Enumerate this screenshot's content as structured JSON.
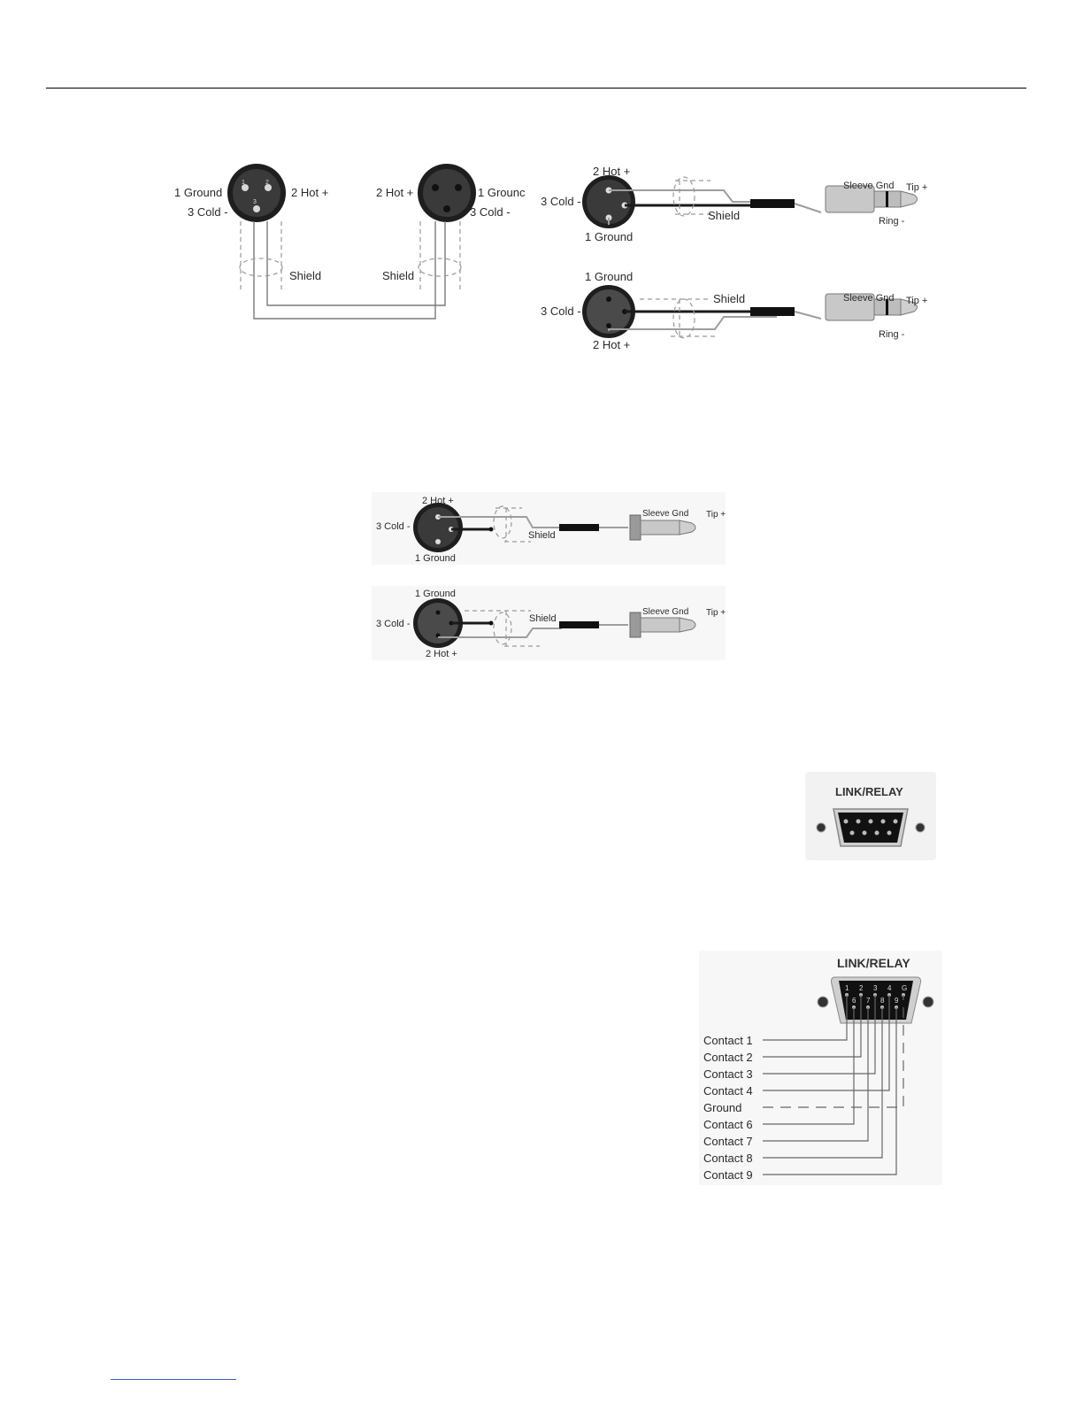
{
  "xlr_xlr": {
    "left_pin1": "1 Ground",
    "left_pin2": "2 Hot +",
    "left_pin3": "3 Cold -",
    "right_pin2": "2 Hot +",
    "right_pin1": "1 Grounc",
    "right_pin3": "3 Cold -",
    "shield_left": "Shield",
    "shield_right": "Shield",
    "pin_num_1": "1",
    "pin_num_2": "2",
    "pin_num_3": "3"
  },
  "xlr_trs_male": {
    "pin2": "2 Hot +",
    "pin3": "3 Cold -",
    "pin1": "1 Ground",
    "shield": "Shield",
    "sleeve": "Sleeve Gnd",
    "tip": "Tip +",
    "ring": "Ring -"
  },
  "xlr_trs_female": {
    "pin1": "1 Ground",
    "pin3": "3 Cold -",
    "pin2": "2 Hot +",
    "shield": "Shield",
    "sleeve": "Sleeve Gnd",
    "tip": "Tip +",
    "ring": "Ring -"
  },
  "xlr_ts_male": {
    "pin2": "2 Hot +",
    "pin3": "3 Cold -",
    "pin1": "1 Ground",
    "shield": "Shield",
    "sleeve": "Sleeve Gnd",
    "tip": "Tip +"
  },
  "xlr_ts_female": {
    "pin1": "1 Ground",
    "pin3": "3 Cold -",
    "pin2": "2 Hot +",
    "shield": "Shield",
    "sleeve": "Sleeve Gnd",
    "tip": "Tip +"
  },
  "link_relay_port": {
    "label": "LINK/RELAY"
  },
  "link_relay_pinout": {
    "label": "LINK/RELAY",
    "top_pins": [
      "1",
      "2",
      "3",
      "4",
      "G"
    ],
    "bottom_pins": [
      "6",
      "7",
      "8",
      "9"
    ],
    "contacts": [
      "Contact 1",
      "Contact 2",
      "Contact 3",
      "Contact 4",
      "Ground",
      "Contact 6",
      "Contact 7",
      "Contact 8",
      "Contact 9"
    ]
  }
}
